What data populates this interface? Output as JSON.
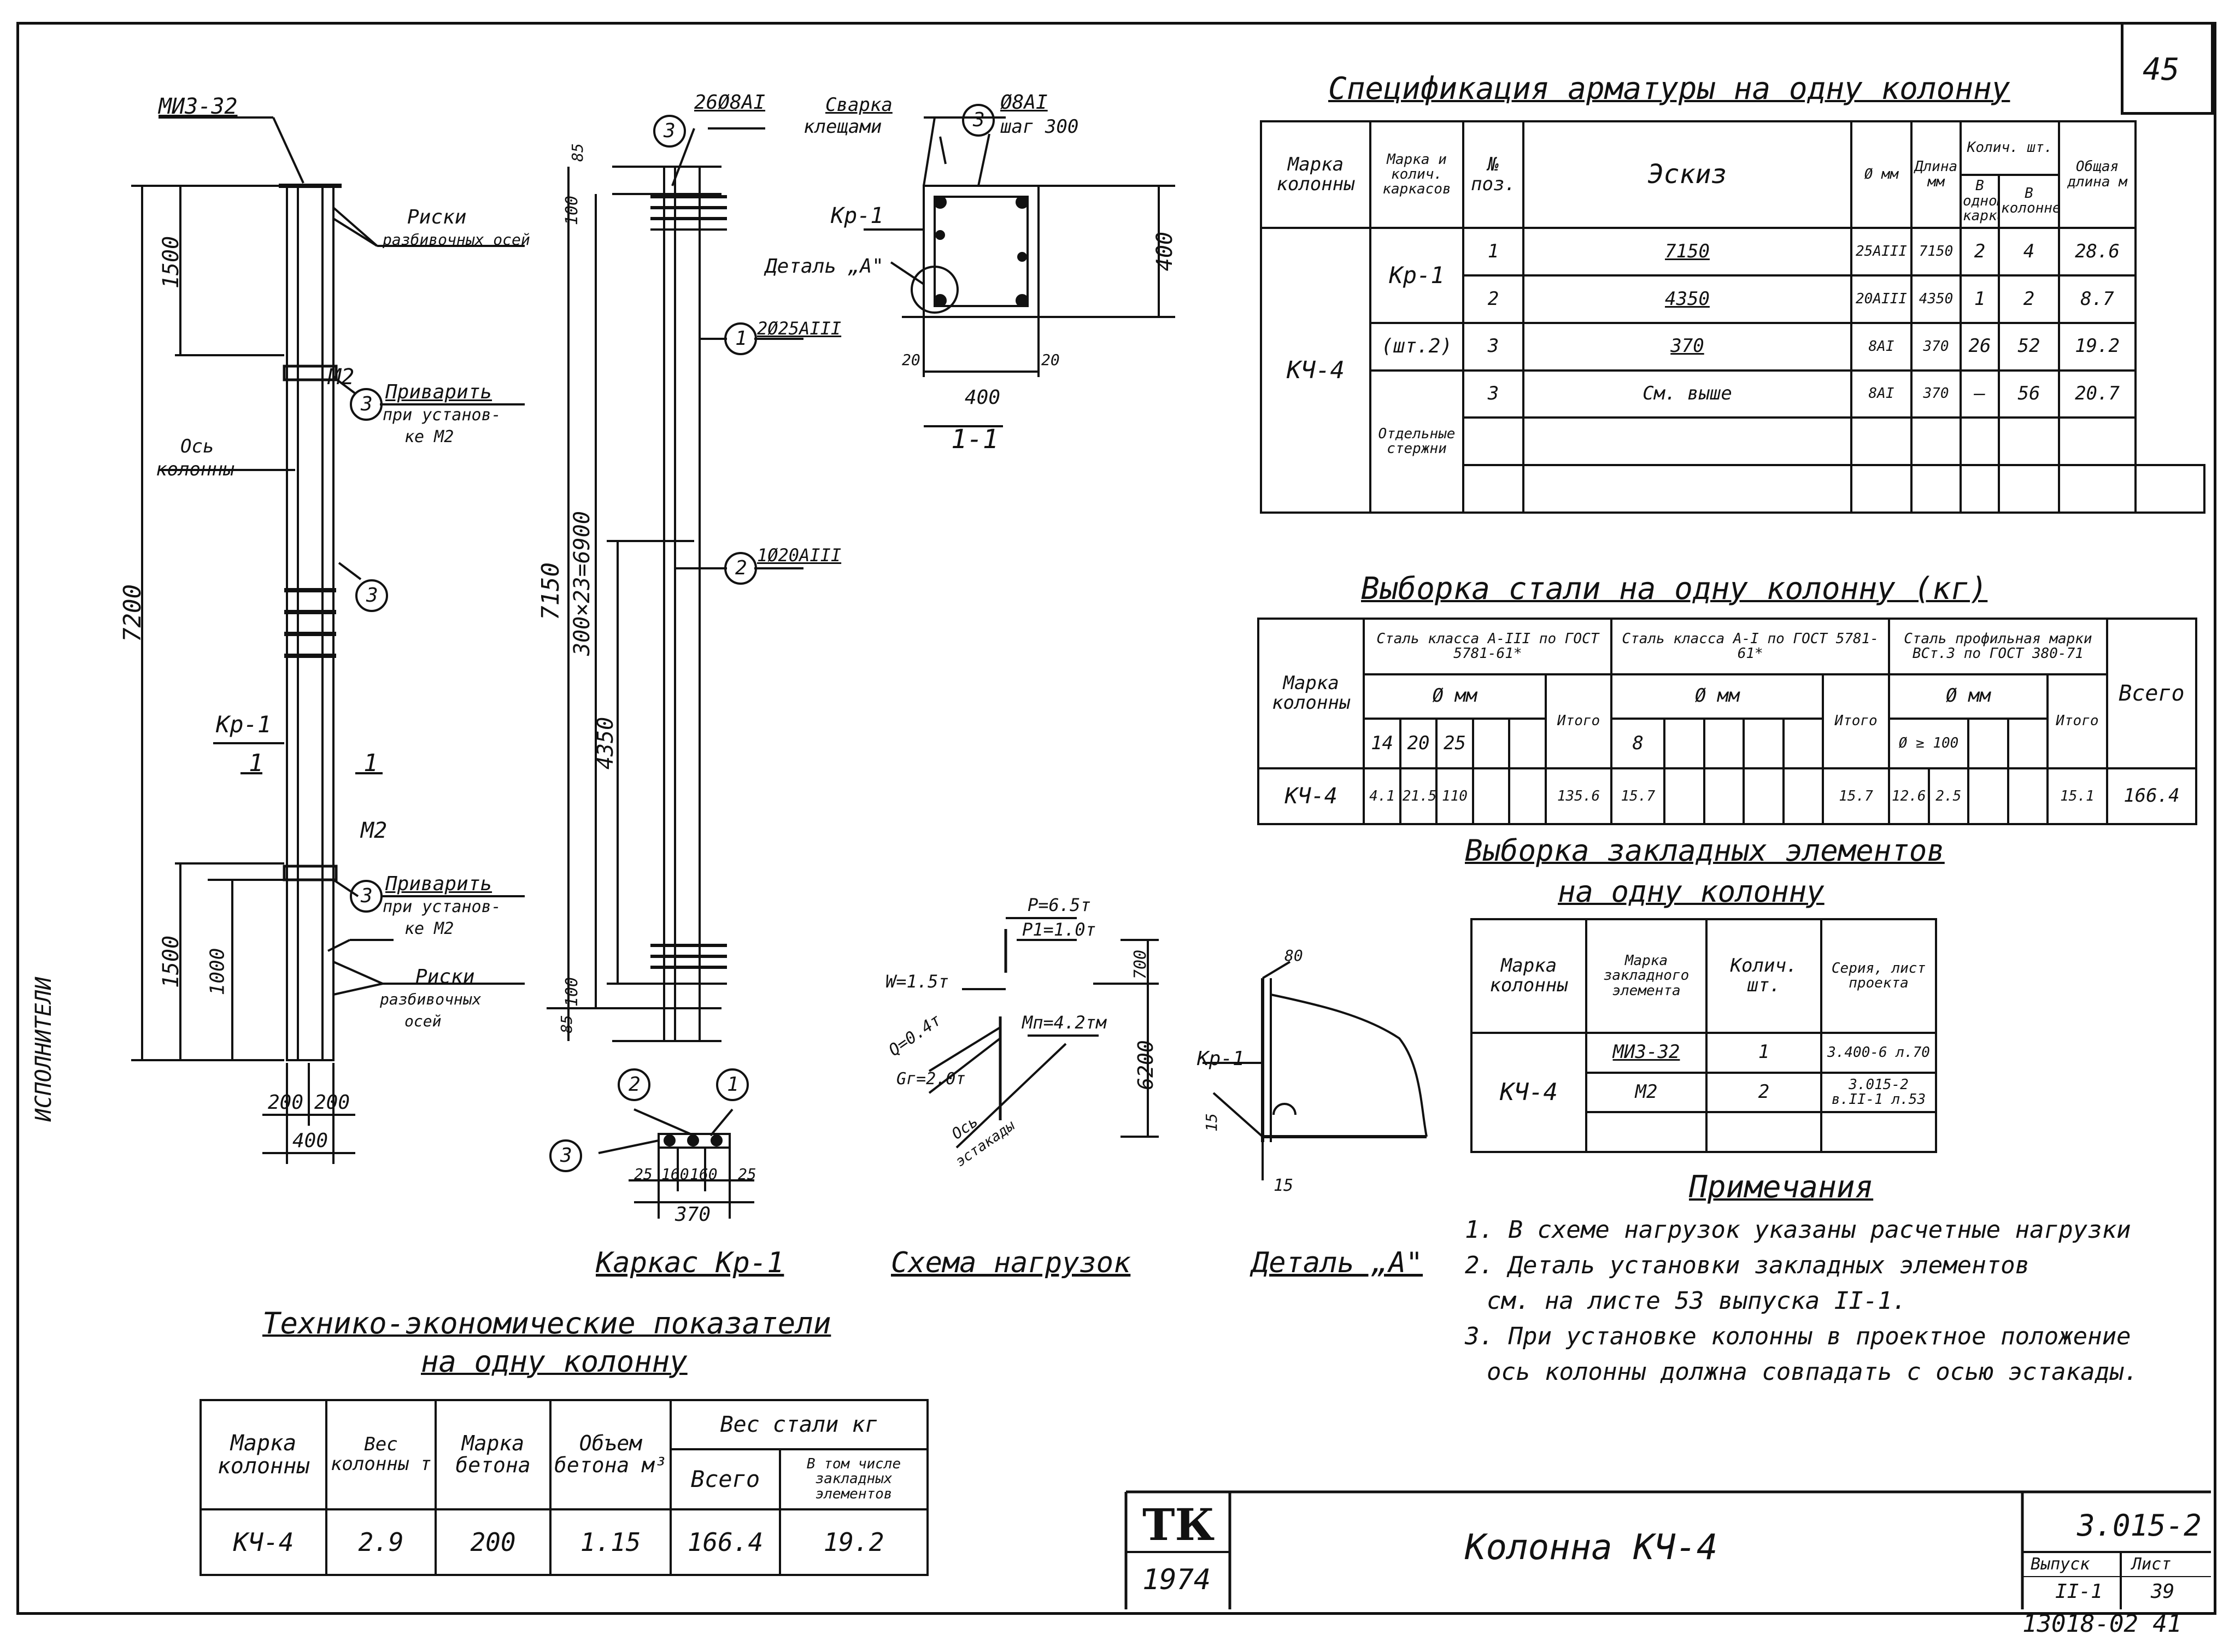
{
  "sheet_number": "45",
  "side_label": "ИСПОЛНИТЕЛИ",
  "stamp_number": "13018-02 41",
  "spec_table": {
    "title": "Спецификация арматуры на одну колонну",
    "headers": [
      "Марка колонны",
      "Марка и колич. каркасов",
      "№ поз.",
      "Эскиз",
      "Ø мм",
      "Длина мм",
      "В одном каркасе",
      "В колонне",
      "Общая длина м"
    ],
    "group_header": "Колич. шт.",
    "column_mark": "КЧ-4",
    "frame_mark": "Кр-1",
    "frame_qty": "(шт.2)",
    "separate_label": "Отдельные стержни",
    "rows": [
      {
        "pos": "1",
        "sketch": "7150",
        "dia": "25АIII",
        "len": "7150",
        "in_frame": "2",
        "in_col": "4",
        "total": "28.6"
      },
      {
        "pos": "2",
        "sketch": "4350",
        "dia": "20АIII",
        "len": "4350",
        "in_frame": "1",
        "in_col": "2",
        "total": "8.7"
      },
      {
        "pos": "3",
        "sketch": "370",
        "dia": "8АI",
        "len": "370",
        "in_frame": "26",
        "in_col": "52",
        "total": "19.2"
      },
      {
        "pos": "3",
        "sketch": "См. выше",
        "dia": "8АI",
        "len": "370",
        "in_frame": "–",
        "in_col": "56",
        "total": "20.7"
      }
    ]
  },
  "steel_table": {
    "title": "Выборка стали на одну колонну (кг)",
    "col_mark": "Марка колонны",
    "group1": "Сталь класса А-III по ГОСТ 5781-61*",
    "group2": "Сталь класса А-I по ГОСТ 5781-61*",
    "group3": "Сталь профильная марки ВСт.3 по ГОСТ 380-71",
    "dia": "Ø мм",
    "total": "Итого",
    "grand_total": "Всего",
    "dia1": [
      "14",
      "20",
      "25"
    ],
    "dia2": [
      "8"
    ],
    "dia3": "Ø ≥ 100",
    "row": {
      "mark": "КЧ-4",
      "a3": [
        "4.1",
        "21.5",
        "110"
      ],
      "a3_total": "135.6",
      "a1": [
        "15.7"
      ],
      "a1_total": "15.7",
      "p": [
        "12.6",
        "2.5"
      ],
      "p_total": "15.1",
      "all": "166.4"
    }
  },
  "embed_table": {
    "title1": "Выборка закладных элементов",
    "title2": "на одну колонну",
    "headers": [
      "Марка колонны",
      "Марка закладного элемента",
      "Колич. шт.",
      "Серия, лист проекта"
    ],
    "mark": "КЧ-4",
    "rows": [
      {
        "elem": "МИЗ-32",
        "qty": "1",
        "ref": "3.400-6 л.70"
      },
      {
        "elem": "М2",
        "qty": "2",
        "ref": "3.015-2 в.II-1 л.53"
      }
    ]
  },
  "tech_table": {
    "title1": "Технико-экономические показатели",
    "title2": "на одну колонну",
    "headers": [
      "Марка колонны",
      "Вес колонны т",
      "Марка бетона",
      "Объем бетона м³",
      "Вес стали кг"
    ],
    "sub_headers": [
      "Всего",
      "В том числе закладных элементов"
    ],
    "row": [
      "КЧ-4",
      "2.9",
      "200",
      "1.15",
      "166.4",
      "19.2"
    ]
  },
  "notes": {
    "title": "Примечания",
    "lines": [
      "1. В схеме нагрузок указаны расчетные нагрузки",
      "2. Деталь установки закладных элементов",
      "см. на листе 53 выпуска II-1.",
      "3. При установке колонны в проектное положение",
      "ось колонны должна совпадать с осью эстакады."
    ]
  },
  "title_block": {
    "logo": "ТК",
    "year": "1974",
    "name": "Колонна КЧ-4",
    "series": "3.015-2",
    "issue_label": "Выпуск",
    "issue": "II-1",
    "sheet_label": "Лист",
    "sheet": "39"
  },
  "drawing": {
    "miz": "МИЗ-32",
    "risk1": "Риски",
    "risk1b": "разбивочных осей",
    "m2a": "М2",
    "weld1": "Приварить",
    "weld1b": "при установ-",
    "weld1c": "ке М2",
    "axis1": "Ось",
    "axis2": "колонны",
    "dim7200": "7200",
    "dim1500a": "1500",
    "dim1500b": "1500",
    "dim1000": "1000",
    "dim200a": "200",
    "dim200b": "200",
    "dim400": "400",
    "kr1": "Кр-1",
    "sec1": "1",
    "sec2": "1",
    "m2b": "М2",
    "weld2": "Приварить",
    "weld2b": "при установ-",
    "weld2c": "ке М2",
    "risk2": "Риски",
    "risk2b": "разбивочных",
    "risk2c": "осей",
    "c3": "3",
    "c3b": "3",
    "c3c": "3",
    "c3d": "3",
    "c3e": "3",
    "c2": "2",
    "c2b": "2",
    "c1": "1",
    "c1b": "1",
    "lbl26": "26Ø8АI",
    "lbl1": "2Ø25АIII",
    "lbl2": "1Ø20АIII",
    "d85": "85",
    "d100": "100",
    "d7150": "7150",
    "d6900": "300×23=6900",
    "d4350": "4350",
    "d100b": "100",
    "d85b": "85",
    "karkas": "Каркас Кр-1",
    "d25a": "25",
    "d160a": "160",
    "d160b": "160",
    "d25b": "25",
    "d370": "370",
    "svarka1": "Сварка",
    "svarka2": "клещами",
    "s8": "Ø8АI",
    "shag": "шаг 300",
    "kr1b": "Кр-1",
    "detA": "Деталь „А\"",
    "d400": "400",
    "d20a": "20",
    "d20b": "20",
    "d400b": "400",
    "sec11": "1-1",
    "p65": "P=6.5т",
    "p1": "P1=1.0т",
    "w15": "W=1.5т",
    "m12": "Mп=4.2тм",
    "q": "Q=0.4т",
    "g": "Gг=2.0т",
    "os": "Ось",
    "est": "эстакады",
    "d700": "700",
    "d6200": "6200",
    "schema": "Схема нагрузок",
    "d80": "80",
    "kr1c": "Кр-1",
    "d15a": "15",
    "d15b": "15",
    "detA2": "Деталь „А\""
  }
}
